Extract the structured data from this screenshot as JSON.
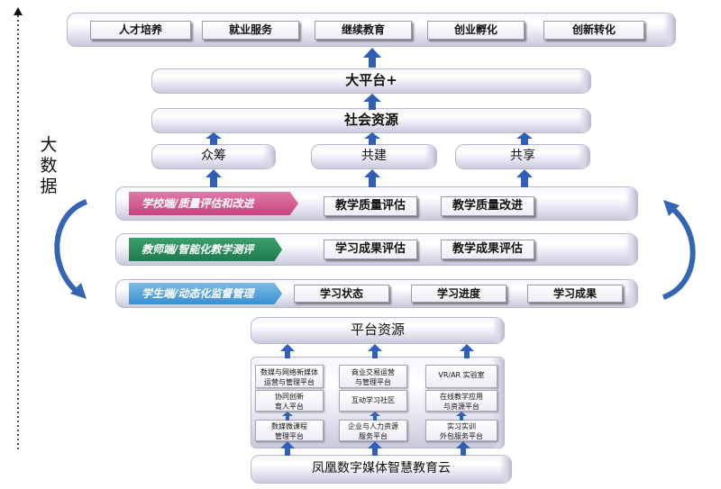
{
  "top_bar": {
    "buttons": [
      "人才培养",
      "就业服务",
      "继续教育",
      "创业孵化",
      "创新转化"
    ]
  },
  "platform_plus": "大平台+",
  "social_resources": "社会资源",
  "pillars": [
    "众筹",
    "共建",
    "共享"
  ],
  "big_data": {
    "chars": [
      "大",
      "数",
      "据"
    ]
  },
  "school_row": {
    "tag": "学校端/质量评估和改进",
    "items": [
      "教学质量评估",
      "教学质量改进"
    ],
    "tag_color": "#c8447e"
  },
  "teacher_row": {
    "tag": "教师端/智能化教学测评",
    "items": [
      "学习成果评估",
      "教学成果评估"
    ],
    "tag_color": "#1f7a4d"
  },
  "student_row": {
    "tag": "学生端/动态化监督管理",
    "items": [
      "学习状态",
      "学习进度",
      "学习成果"
    ],
    "tag_color": "#3a8fcf"
  },
  "platform_resources": "平台资源",
  "resource_boxes": {
    "row1": [
      "数媒与网络新媒体\n运营与管理平台",
      "商业交易运营\n与管理平台",
      "VR/AR 实验室"
    ],
    "row2": [
      "协同创新\n育人平台",
      "互动学习社区",
      "在线教学应用\n与资源平台"
    ],
    "row3": [
      "数媒微课程\n管理平台",
      "企业与人力资源\n服务平台",
      "实习实训\n外包服务平台"
    ]
  },
  "base": "凤凰数字媒体智慧教育云",
  "colors": {
    "arrow": "#2f5fb8",
    "cycle_arrow": "#3464b4"
  }
}
